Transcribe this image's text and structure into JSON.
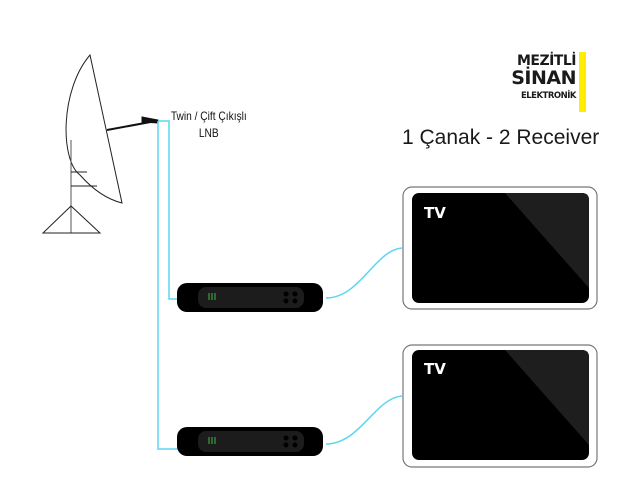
{
  "brand": {
    "line1": "MEZİTLİ",
    "line2": "SİNAN",
    "line3": "ELEKTRONİK",
    "accent_color": "#ffed00"
  },
  "title": "1 Çanak - 2 Receiver",
  "lnb": {
    "label_line1": "Twin / Çift Çıkışlı",
    "label_line2": "LNB"
  },
  "devices": {
    "dish": {
      "icon": "satellite-dish-icon"
    },
    "receivers": [
      {
        "name": "receiver-1",
        "icon": "receiver-icon",
        "indicator_color": "#3dbd3d"
      },
      {
        "name": "receiver-2",
        "icon": "receiver-icon",
        "indicator_color": "#3dbd3d"
      }
    ],
    "tvs": [
      {
        "name": "tv-1",
        "label": "TV"
      },
      {
        "name": "tv-2",
        "label": "TV"
      }
    ]
  },
  "colors": {
    "cable": "#5cd6f0",
    "device_body": "#000000",
    "device_panel": "#1c1c1c"
  }
}
